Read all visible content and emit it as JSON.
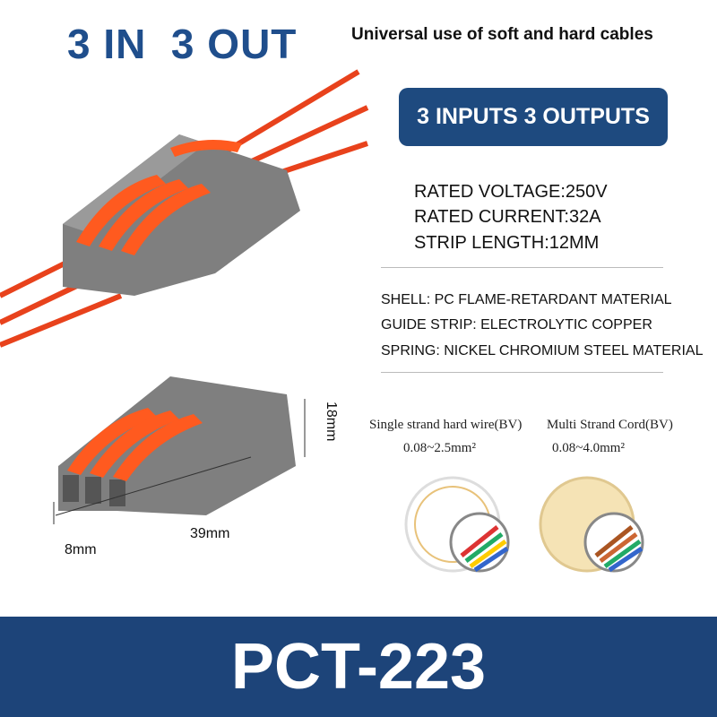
{
  "header": {
    "title": "3 IN  3 OUT",
    "subtitle": "Universal use of soft and hard cables"
  },
  "badge": {
    "label": "3 INPUTS 3 OUTPUTS"
  },
  "specs": [
    "RATED VOLTAGE:250V",
    "RATED CURRENT:32A",
    "STRIP LENGTH:12MM"
  ],
  "materials": [
    "SHELL: PC FLAME-RETARDANT MATERIAL",
    "GUIDE STRIP: ELECTROLYTIC COPPER",
    "SPRING: NICKEL CHROMIUM STEEL MATERIAL"
  ],
  "wires": [
    {
      "name": "Single strand hard wire(BV)",
      "range": "0.08~2.5mm²"
    },
    {
      "name": "Multi Strand Cord(BV)",
      "range": "0.08~4.0mm²"
    }
  ],
  "dimensions": {
    "height": "18mm",
    "length": "39mm",
    "width": "8mm"
  },
  "footer": {
    "model": "PCT-223"
  },
  "colors": {
    "brand": "#1e4a7f",
    "lever": "#ff5a1f",
    "body": "#7f7f7f",
    "wire": "#e8421c"
  }
}
